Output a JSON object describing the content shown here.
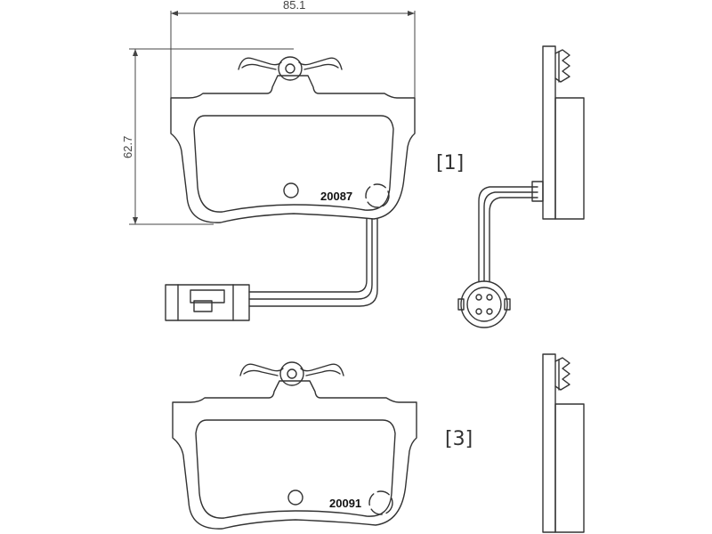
{
  "dimensions": {
    "width_label": "85.1",
    "height_label": "62.7"
  },
  "parts": {
    "upper_part_number": "20087",
    "lower_part_number": "20091"
  },
  "references": {
    "upper_ref": "[1]",
    "lower_ref": "[3]"
  },
  "colors": {
    "line": "#333333",
    "background": "#ffffff"
  }
}
